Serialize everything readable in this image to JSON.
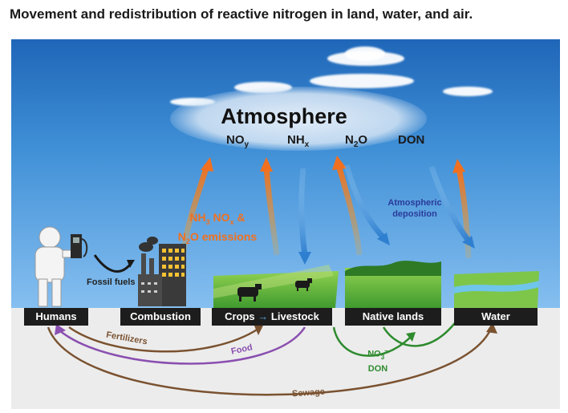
{
  "title": "Movement and redistribution of reactive nitrogen in land, water, and air.",
  "atmosphere": {
    "label": "Atmosphere",
    "species": {
      "noy": {
        "base": "NO",
        "sub": "y"
      },
      "nhx": {
        "base": "NH",
        "sub": "x"
      },
      "n2o": {
        "pre": "N",
        "sub": "2",
        "post": "O"
      },
      "don": "DON"
    }
  },
  "emissions": {
    "line1": {
      "a": "NH",
      "a_sub": "3",
      "b": " NO",
      "b_sub": "x",
      "c": " &"
    },
    "line2": {
      "a": "N",
      "a_sub": "2",
      "b": "O emissions"
    }
  },
  "deposition": {
    "line1": "Atmospheric",
    "line2": "deposition"
  },
  "fossil_fuels": "Fossil fuels",
  "labels": {
    "humans": "Humans",
    "combustion": "Combustion",
    "crops": "Crops",
    "crops_arrow": "→",
    "livestock": "Livestock",
    "native_lands": "Native lands",
    "water": "Water"
  },
  "flows": {
    "fertilizers": "Fertilizers",
    "food": "Food",
    "sewage": "Sewage",
    "no3": {
      "base": "NO",
      "sub": "3",
      "sup": "−"
    },
    "don": "DON"
  },
  "colors": {
    "fertilizers": "#7a5230",
    "food": "#8a4fb0",
    "sewage": "#7a5230",
    "no3_don": "#2e8b2e",
    "emission_arrow": "#f07020",
    "deposition_arrow": "#3b8fd8",
    "label_box": "#1d1d1d"
  }
}
